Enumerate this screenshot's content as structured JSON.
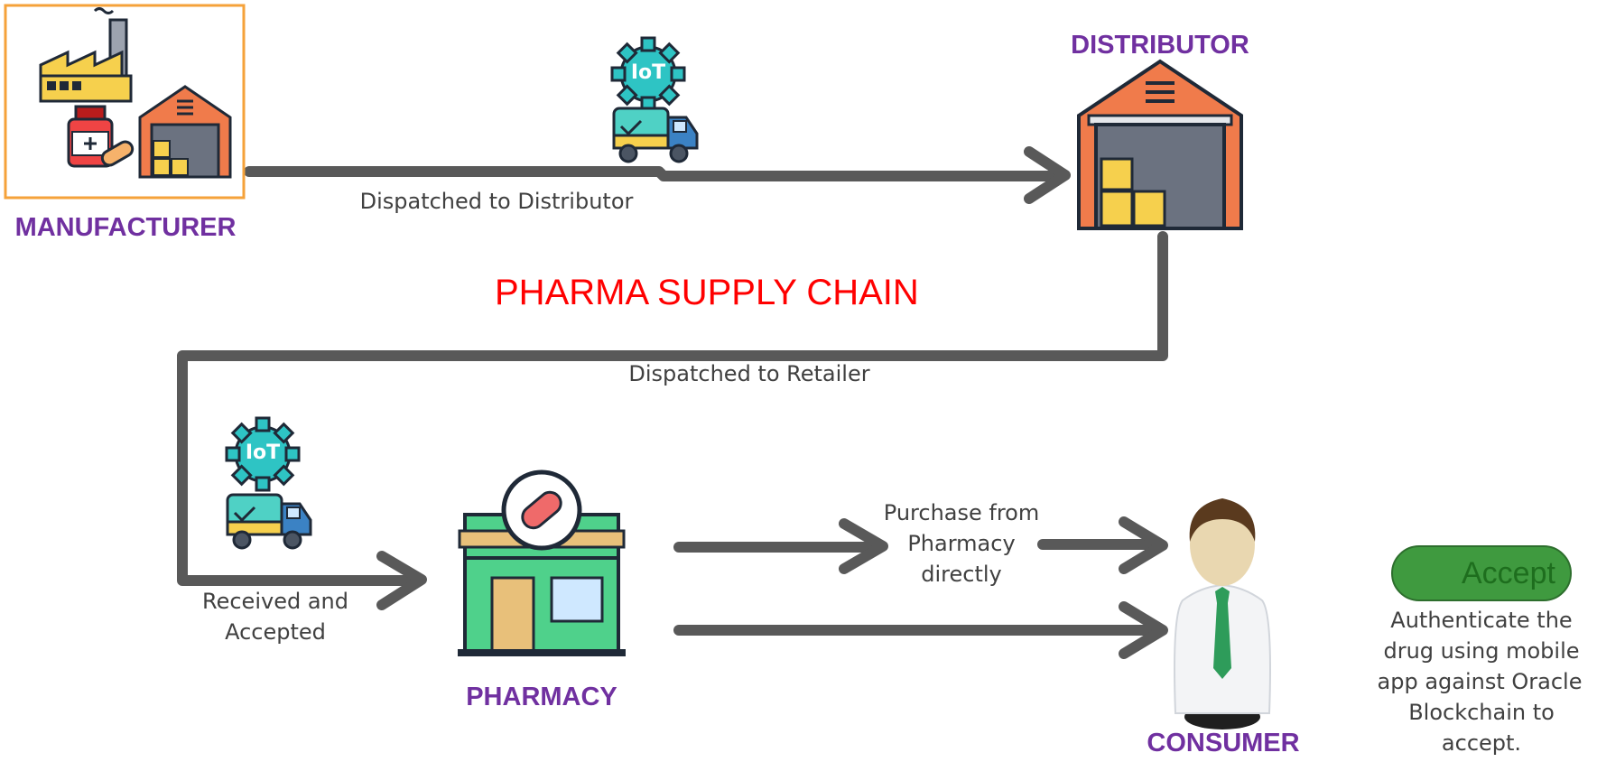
{
  "title": "PHARMA SUPPLY CHAIN",
  "nodes": {
    "manufacturer": "MANUFACTURER",
    "distributor": "DISTRIBUTOR",
    "pharmacy": "PHARMACY",
    "consumer": "CONSUMER"
  },
  "edges": {
    "to_distributor": "Dispatched to Distributor",
    "to_retailer": "Dispatched to Retailer",
    "received_1": "Received and",
    "received_2": "Accepted",
    "purchase_1": "Purchase from",
    "purchase_2": "Pharmacy",
    "purchase_3": "directly"
  },
  "iot_label": "IoT",
  "accept": {
    "label": "Accept",
    "caption_1": "Authenticate the",
    "caption_2": "drug using mobile",
    "caption_3": "app against Oracle",
    "caption_4": "Blockchain to",
    "caption_5": "accept."
  },
  "colors": {
    "arrow": "#595959",
    "node_label": "#7030a0",
    "title": "#ff0000",
    "accept_green": "#3f9a3f"
  }
}
